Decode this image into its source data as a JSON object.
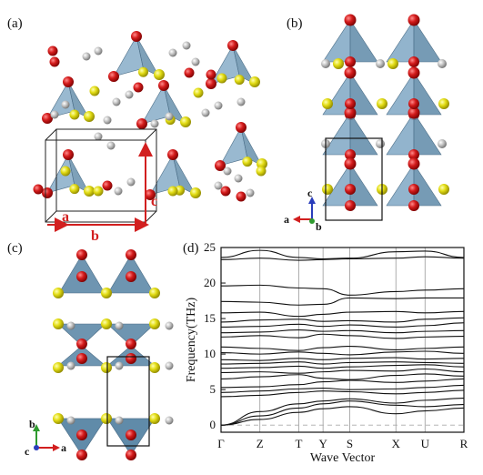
{
  "panels": {
    "a": {
      "label": "(a)",
      "lattice": {
        "a": "a",
        "b": "b",
        "c": "c"
      }
    },
    "b": {
      "label": "(b)",
      "axes": {
        "up": "c",
        "left": "a",
        "out": "b"
      }
    },
    "c": {
      "label": "(c)",
      "axes": {
        "up": "b",
        "left": "c",
        "right": "a"
      }
    },
    "d": {
      "label": "(d)"
    }
  },
  "colors": {
    "oxygen": "#d41c1c",
    "sulfur": "#e2dc14",
    "metal": "#b4b4b4",
    "tetrahedron": "#7fa7c4",
    "tetrahedron_dark": "#5e8aa8",
    "cell_red": "#d21f1f"
  },
  "chart_data": {
    "type": "line",
    "xlabel": "Wave Vector",
    "ylabel": "Frequency(THz)",
    "ylim": [
      -1,
      25
    ],
    "yticks": [
      0,
      5,
      10,
      15,
      20,
      25
    ],
    "kpoints": [
      {
        "label": "Γ",
        "x": 0
      },
      {
        "label": "Z",
        "x": 0.8
      },
      {
        "label": "T",
        "x": 1.6
      },
      {
        "label": "Y",
        "x": 2.1
      },
      {
        "label": "S",
        "x": 2.65
      },
      {
        "label": "X",
        "x": 3.6
      },
      {
        "label": "U",
        "x": 4.2
      },
      {
        "label": "R",
        "x": 5.0
      }
    ],
    "zero_line": 0,
    "series": [
      {
        "values": [
          0,
          0.8,
          1.8,
          2.3,
          2.6,
          1.6,
          2.0,
          2.4
        ]
      },
      {
        "values": [
          0,
          1.3,
          2.4,
          3.0,
          3.4,
          2.8,
          2.6,
          2.9
        ]
      },
      {
        "values": [
          0,
          1.9,
          3.0,
          3.4,
          3.7,
          3.1,
          3.5,
          3.8
        ]
      },
      {
        "values": [
          4.0,
          4.2,
          4.6,
          4.8,
          4.7,
          4.4,
          4.6,
          4.9
        ]
      },
      {
        "values": [
          4.6,
          4.8,
          5.1,
          5.2,
          5.0,
          5.1,
          5.3,
          5.6
        ]
      },
      {
        "values": [
          5.3,
          5.4,
          5.7,
          6.1,
          6.3,
          6.0,
          6.2,
          6.5
        ]
      },
      {
        "values": [
          6.5,
          6.8,
          7.1,
          6.6,
          6.4,
          7.0,
          7.2,
          6.9
        ]
      },
      {
        "values": [
          7.4,
          7.5,
          7.3,
          7.5,
          7.7,
          7.6,
          7.9,
          7.5
        ]
      },
      {
        "values": [
          8.0,
          8.1,
          8.3,
          8.0,
          8.2,
          8.4,
          8.5,
          8.2
        ]
      },
      {
        "values": [
          8.6,
          8.7,
          8.9,
          8.6,
          8.8,
          8.9,
          8.8,
          8.7
        ]
      },
      {
        "values": [
          9.2,
          9.1,
          9.4,
          9.2,
          9.4,
          9.5,
          9.3,
          9.4
        ]
      },
      {
        "values": [
          10.2,
          10.0,
          10.3,
          10.1,
          9.9,
          10.3,
          10.4,
          10.1
        ]
      },
      {
        "values": [
          11.0,
          10.8,
          10.5,
          10.9,
          11.1,
          10.6,
          10.8,
          11.0
        ]
      },
      {
        "values": [
          12.4,
          12.6,
          12.3,
          12.8,
          12.6,
          12.2,
          12.4,
          12.5
        ]
      },
      {
        "values": [
          13.0,
          13.1,
          13.4,
          13.2,
          13.3,
          13.0,
          13.2,
          13.3
        ]
      },
      {
        "values": [
          13.8,
          13.9,
          14.2,
          13.9,
          14.1,
          13.8,
          14.0,
          14.4
        ]
      },
      {
        "values": [
          14.5,
          14.8,
          14.9,
          14.6,
          14.7,
          14.5,
          14.9,
          15.1
        ]
      },
      {
        "values": [
          15.8,
          15.9,
          15.3,
          15.6,
          15.9,
          16.0,
          15.8,
          16.0
        ]
      },
      {
        "values": [
          17.4,
          17.3,
          16.9,
          17.0,
          17.9,
          17.8,
          17.9,
          17.9
        ]
      },
      {
        "values": [
          19.6,
          19.7,
          19.3,
          19.2,
          18.3,
          18.8,
          19.0,
          19.2
        ]
      },
      {
        "values": [
          23.3,
          23.5,
          23.2,
          23.3,
          23.4,
          23.5,
          23.7,
          23.5
        ]
      },
      {
        "values": [
          23.6,
          24.6,
          23.6,
          23.4,
          23.5,
          24.4,
          24.5,
          23.6
        ]
      }
    ]
  }
}
